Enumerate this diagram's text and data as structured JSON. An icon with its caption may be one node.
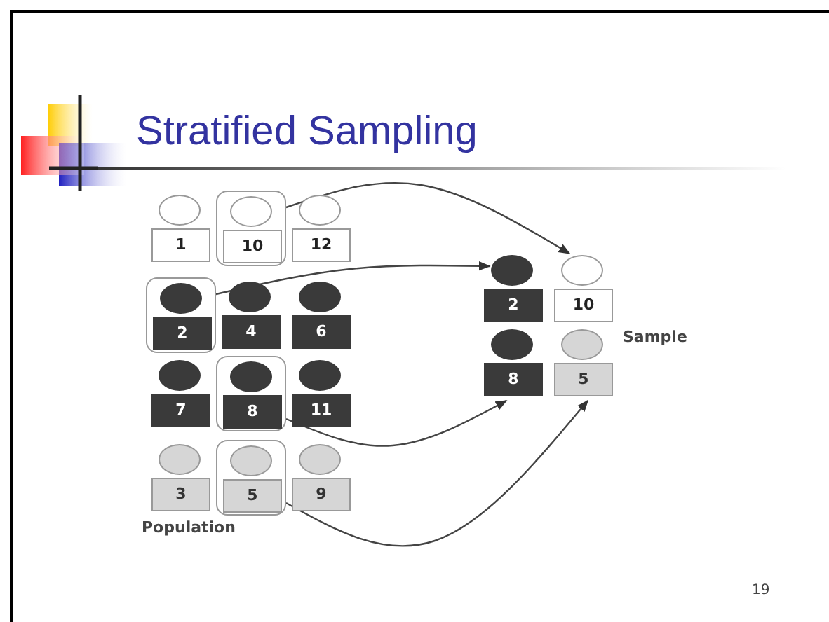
{
  "diagram": {
    "title": "Stratified Sampling",
    "nodes": [
      {
        "text": [
          "1"
        ]
      },
      {
        "text": [
          "10"
        ]
      },
      {
        "text": [
          "12"
        ]
      },
      {
        "text": [
          "2"
        ]
      },
      {
        "text": [
          "4"
        ]
      },
      {
        "text": [
          "6"
        ]
      },
      {
        "text": [
          "7"
        ]
      },
      {
        "text": [
          "8"
        ]
      },
      {
        "text": [
          "11"
        ]
      },
      {
        "text": [
          "3"
        ]
      },
      {
        "text": [
          "5"
        ]
      },
      {
        "text": [
          "9"
        ]
      },
      {
        "text": [
          "2"
        ]
      },
      {
        "text": [
          "10"
        ]
      },
      {
        "text": [
          "8"
        ]
      },
      {
        "text": [
          "5"
        ]
      }
    ],
    "edges": [
      {
        "from": 1,
        "to": 13,
        "arrow": "to"
      },
      {
        "from": 3,
        "to": 12,
        "arrow": "to"
      },
      {
        "from": 7,
        "to": 14,
        "arrow": "to"
      },
      {
        "from": 10,
        "to": 15,
        "arrow": "to"
      }
    ],
    "labels": [
      "Population",
      "Sample",
      "19"
    ]
  }
}
